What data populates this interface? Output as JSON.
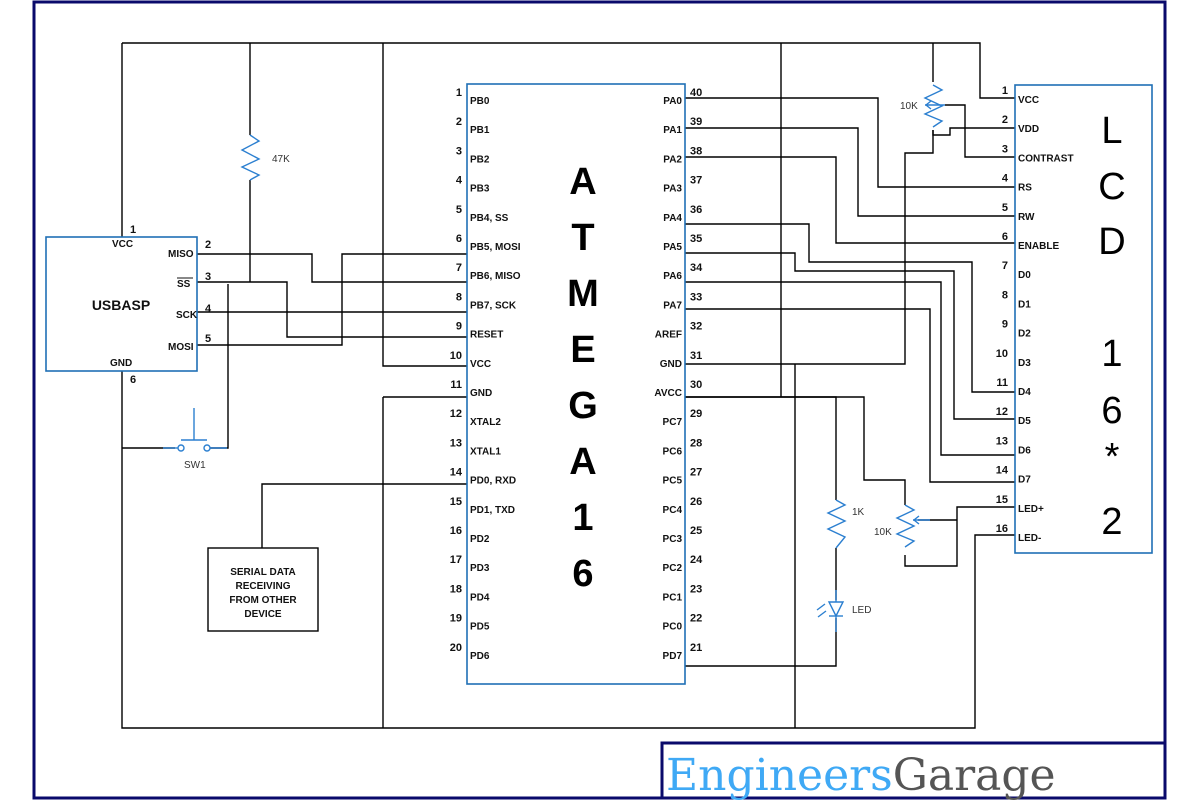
{
  "logo": {
    "part1": "Engineers",
    "part2": "Garage"
  },
  "usbasp": {
    "title": "USBASP",
    "pins": [
      {
        "num": "1",
        "name": "VCC"
      },
      {
        "num": "2",
        "name": "MISO"
      },
      {
        "num": "3",
        "name": "SS"
      },
      {
        "num": "4",
        "name": "SCK"
      },
      {
        "num": "5",
        "name": "MOSI"
      },
      {
        "num": "6",
        "name": "GND"
      }
    ]
  },
  "resistor_pullup": {
    "label": "47K"
  },
  "switch": {
    "label": "SW1"
  },
  "serial_box": {
    "lines": [
      "SERIAL DATA",
      "RECEIVING",
      "FROM OTHER",
      "DEVICE"
    ]
  },
  "mcu": {
    "title_chars": [
      "A",
      "T",
      "M",
      "E",
      "G",
      "A",
      "1",
      "6"
    ],
    "left_pins": [
      {
        "num": "1",
        "name": "PB0"
      },
      {
        "num": "2",
        "name": "PB1"
      },
      {
        "num": "3",
        "name": "PB2"
      },
      {
        "num": "4",
        "name": "PB3"
      },
      {
        "num": "5",
        "name": "PB4, SS"
      },
      {
        "num": "6",
        "name": "PB5, MOSI"
      },
      {
        "num": "7",
        "name": "PB6, MISO"
      },
      {
        "num": "8",
        "name": "PB7, SCK"
      },
      {
        "num": "9",
        "name": "RESET"
      },
      {
        "num": "10",
        "name": "VCC"
      },
      {
        "num": "11",
        "name": "GND"
      },
      {
        "num": "12",
        "name": "XTAL2"
      },
      {
        "num": "13",
        "name": "XTAL1"
      },
      {
        "num": "14",
        "name": "PD0, RXD"
      },
      {
        "num": "15",
        "name": "PD1, TXD"
      },
      {
        "num": "16",
        "name": "PD2"
      },
      {
        "num": "17",
        "name": "PD3"
      },
      {
        "num": "18",
        "name": "PD4"
      },
      {
        "num": "19",
        "name": "PD5"
      },
      {
        "num": "20",
        "name": "PD6"
      }
    ],
    "right_pins": [
      {
        "num": "40",
        "name": "PA0"
      },
      {
        "num": "39",
        "name": "PA1"
      },
      {
        "num": "38",
        "name": "PA2"
      },
      {
        "num": "37",
        "name": "PA3"
      },
      {
        "num": "36",
        "name": "PA4"
      },
      {
        "num": "35",
        "name": "PA5"
      },
      {
        "num": "34",
        "name": "PA6"
      },
      {
        "num": "33",
        "name": "PA7"
      },
      {
        "num": "32",
        "name": "AREF"
      },
      {
        "num": "31",
        "name": "GND"
      },
      {
        "num": "30",
        "name": "AVCC"
      },
      {
        "num": "29",
        "name": "PC7"
      },
      {
        "num": "28",
        "name": "PC6"
      },
      {
        "num": "27",
        "name": "PC5"
      },
      {
        "num": "26",
        "name": "PC4"
      },
      {
        "num": "25",
        "name": "PC3"
      },
      {
        "num": "24",
        "name": "PC2"
      },
      {
        "num": "23",
        "name": "PC1"
      },
      {
        "num": "22",
        "name": "PC0"
      },
      {
        "num": "21",
        "name": "PD7"
      }
    ]
  },
  "lcd": {
    "title_chars": [
      "L",
      "C",
      "D",
      "1",
      "6",
      "*",
      "2"
    ],
    "pins": [
      {
        "num": "1",
        "name": "VCC"
      },
      {
        "num": "2",
        "name": "VDD"
      },
      {
        "num": "3",
        "name": "CONTRAST"
      },
      {
        "num": "4",
        "name": "RS"
      },
      {
        "num": "5",
        "name": "RW"
      },
      {
        "num": "6",
        "name": "ENABLE"
      },
      {
        "num": "7",
        "name": "D0"
      },
      {
        "num": "8",
        "name": "D1"
      },
      {
        "num": "9",
        "name": "D2"
      },
      {
        "num": "10",
        "name": "D3"
      },
      {
        "num": "11",
        "name": "D4"
      },
      {
        "num": "12",
        "name": "D5"
      },
      {
        "num": "13",
        "name": "D6"
      },
      {
        "num": "14",
        "name": "D7"
      },
      {
        "num": "15",
        "name": "LED+"
      },
      {
        "num": "16",
        "name": "LED-"
      }
    ]
  },
  "pot_contrast": {
    "label": "10K"
  },
  "pot_backlight": {
    "label": "10K"
  },
  "resistor_led": {
    "label": "1K"
  },
  "led": {
    "label": "LED"
  },
  "colors": {
    "border": "#0a0a6b",
    "component": "#2b7fd0",
    "box": "#1f6fb5",
    "logo_blue": "#3fa9f5",
    "logo_gray": "#555555"
  }
}
